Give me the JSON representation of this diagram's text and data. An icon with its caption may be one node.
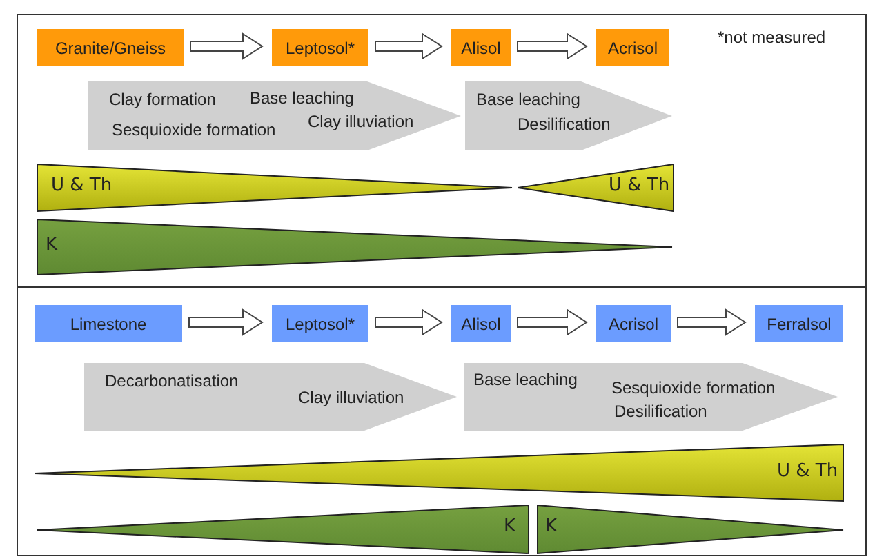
{
  "diagram": {
    "nodes": [
      {
        "text": [],
        "shape": "box"
      },
      {
        "text": [
          "Granite/Gneiss"
        ],
        "in": 0
      },
      {
        "text": [
          "Leptosol*"
        ],
        "in": 0
      },
      {
        "text": [
          "Alisol"
        ],
        "in": 0
      },
      {
        "text": [
          "Acrisol"
        ],
        "in": 0
      },
      {
        "text": [
          "Clay formation",
          "Base leaching",
          "Sesquioxide formation",
          "Clay illuviation"
        ],
        "in": 0
      },
      {
        "text": [
          "Base leaching",
          "Desilification"
        ],
        "in": 0
      },
      {
        "text": [
          "U & Th"
        ],
        "in": 0
      },
      {
        "text": [
          "U & Th"
        ],
        "in": 0
      },
      {
        "text": [
          "K"
        ],
        "in": 0
      },
      {
        "text": [],
        "shape": "box"
      },
      {
        "text": [
          "Limestone"
        ],
        "in": 10
      },
      {
        "text": [
          "Leptosol*"
        ],
        "in": 10
      },
      {
        "text": [
          "Alisol"
        ],
        "in": 10
      },
      {
        "text": [
          "Acrisol"
        ],
        "in": 10
      },
      {
        "text": [
          "Ferralsol"
        ],
        "in": 10
      },
      {
        "text": [
          "Decarbonatisation",
          "Clay illuviation"
        ],
        "in": 10
      },
      {
        "text": [
          "Base leaching",
          "Sesquioxide formation",
          "Desilification"
        ],
        "in": 10
      },
      {
        "text": [
          "U & Th"
        ],
        "in": 10
      },
      {
        "text": [
          "K"
        ],
        "in": 10
      },
      {
        "text": [
          "K"
        ],
        "in": 10
      }
    ],
    "edges": [
      {
        "from": 1,
        "to": 2,
        "arrow": "to"
      },
      {
        "from": 2,
        "to": 3,
        "arrow": "to"
      },
      {
        "from": 3,
        "to": 4,
        "arrow": "to"
      },
      {
        "from": 11,
        "to": 12,
        "arrow": "to"
      },
      {
        "from": 12,
        "to": 13,
        "arrow": "to"
      },
      {
        "from": 13,
        "to": 14,
        "arrow": "to"
      },
      {
        "from": 14,
        "to": 15,
        "arrow": "to"
      }
    ],
    "labels": [
      "*not measured"
    ]
  }
}
